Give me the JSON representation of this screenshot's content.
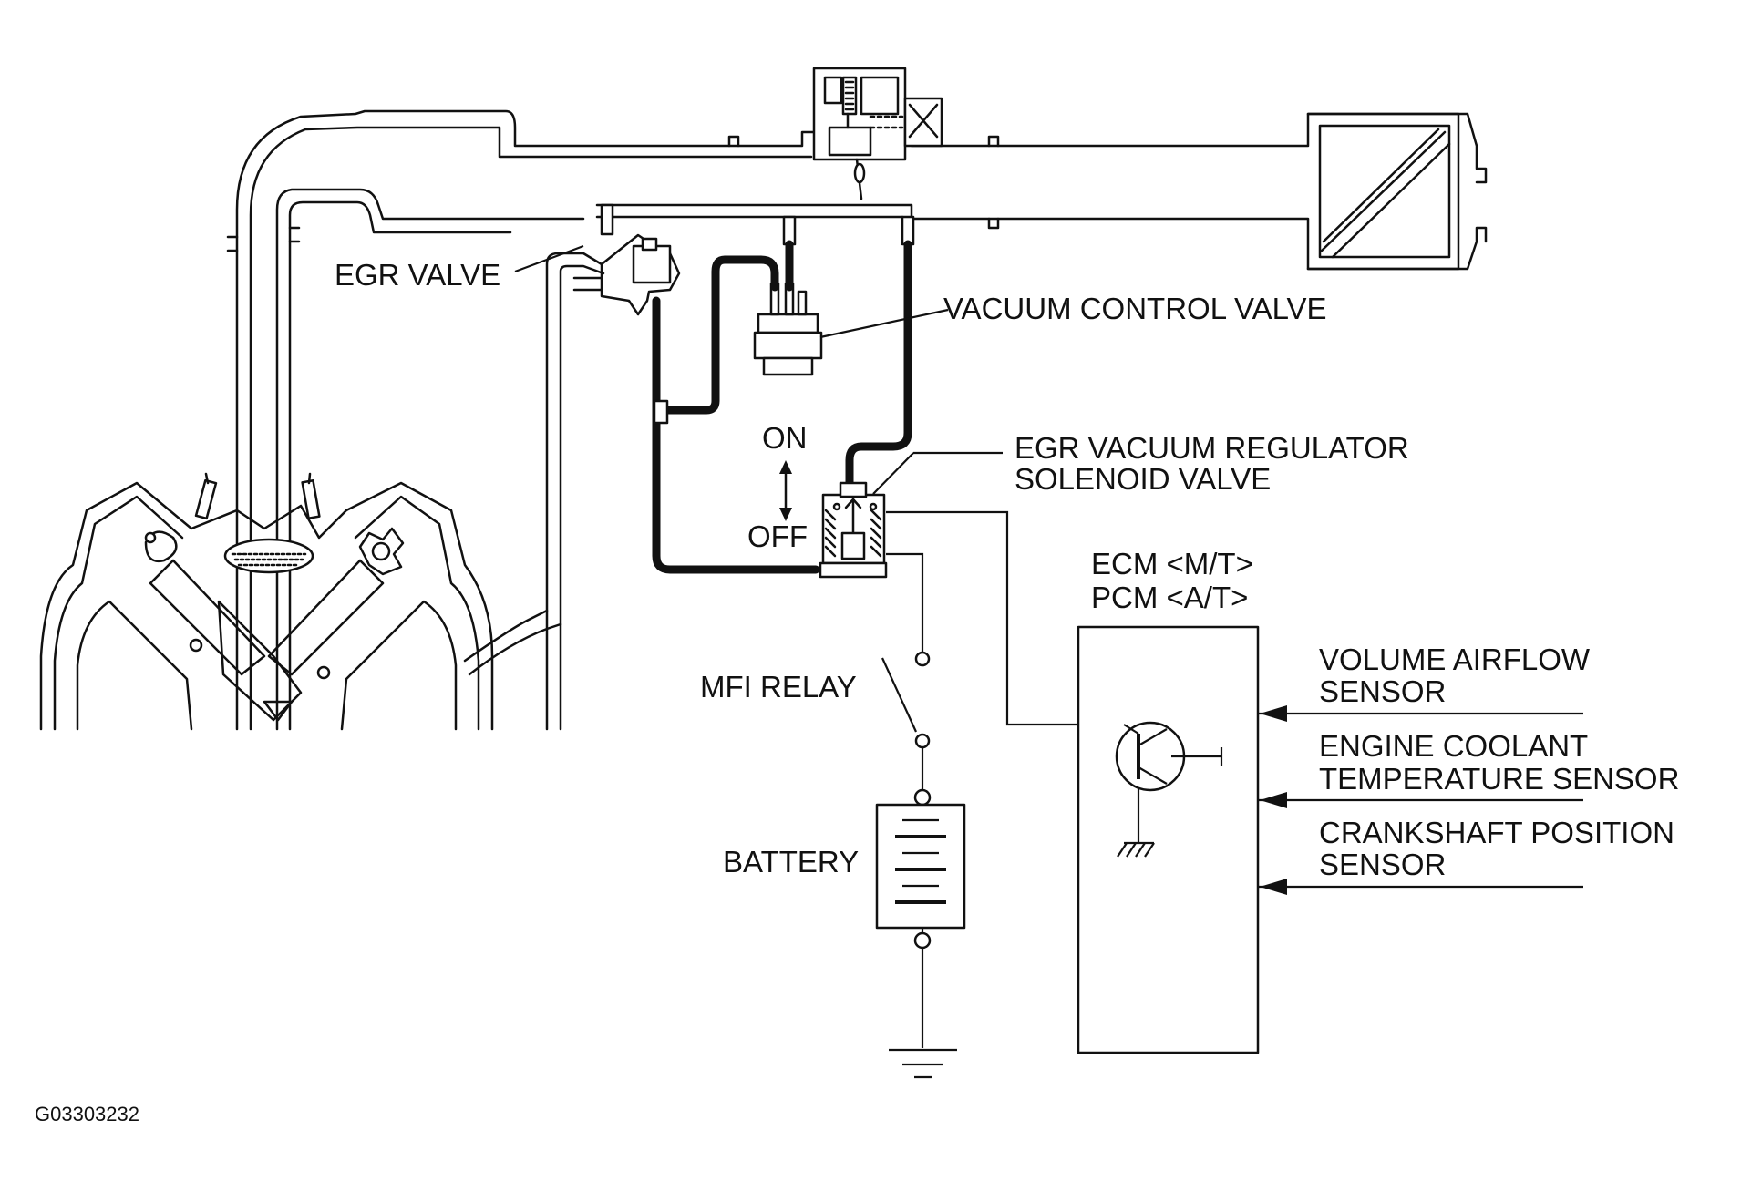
{
  "labels": {
    "egr_valve": "EGR VALVE",
    "vacuum_control_valve": "VACUUM CONTROL VALVE",
    "egr_regulator_line1": "EGR VACUUM REGULATOR",
    "egr_regulator_line2": "SOLENOID VALVE",
    "on": "ON",
    "off": "OFF",
    "ecm": "ECM <M/T>",
    "pcm": "PCM <A/T>",
    "mfi_relay": "MFI RELAY",
    "battery": "BATTERY",
    "volume_airflow_line1": "VOLUME AIRFLOW",
    "volume_airflow_line2": "SENSOR",
    "engine_coolant_line1": "ENGINE COOLANT",
    "engine_coolant_line2": "TEMPERATURE SENSOR",
    "crankshaft_line1": "CRANKSHAFT POSITION",
    "crankshaft_line2": "SENSOR",
    "figure_id": "G03303232"
  }
}
